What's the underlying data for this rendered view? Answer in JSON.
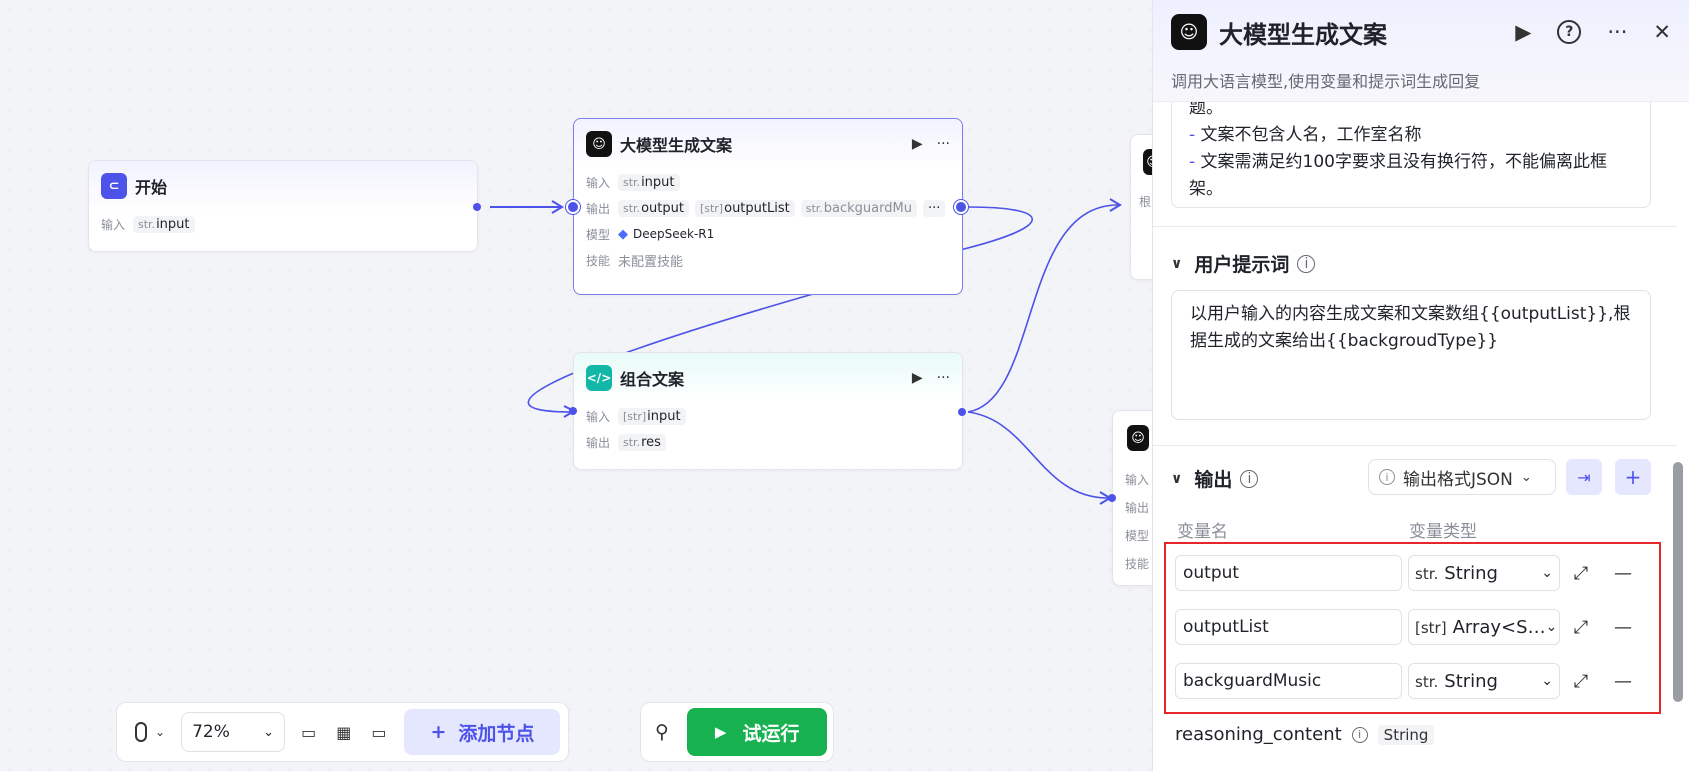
{
  "canvas": {
    "start_node": {
      "title": "开始",
      "input_label": "输入",
      "input_type": "str.",
      "input_name": "input"
    },
    "llm_node": {
      "title": "大模型生成文案",
      "input_label": "输入",
      "input_type": "str.",
      "input_name": "input",
      "output_label": "输出",
      "outputs": [
        {
          "type": "str.",
          "name": "output"
        },
        {
          "type": "[str]",
          "name": "outputList"
        },
        {
          "type": "str.",
          "name": "backguardMu"
        }
      ],
      "more": "···",
      "model_label": "模型",
      "model_value": "DeepSeek-R1",
      "skill_label": "技能",
      "skill_value": "未配置技能"
    },
    "code_node": {
      "title": "组合文案",
      "input_label": "输入",
      "input_type": "[str]",
      "input_name": "input",
      "output_label": "输出",
      "output_type": "str.",
      "output_name": "res"
    },
    "partial_node_top": {
      "label": "根"
    },
    "partial_node_bottom": {
      "labels": [
        "输入",
        "输出",
        "模型",
        "技能"
      ]
    }
  },
  "toolbar": {
    "zoom": "72%",
    "add_node": "添加节点",
    "run": "试运行"
  },
  "panel": {
    "title": "大模型生成文案",
    "description": "调用大语言模型,使用变量和提示词生成回复",
    "system_prompt_lines": [
      {
        "dash": "",
        "text": "题。"
      },
      {
        "dash": "- ",
        "text": "文案不包含人名，工作室名称"
      },
      {
        "dash": "- ",
        "text": "文案需满足约100字要求且没有换行符，不能偏离此框"
      },
      {
        "dash": "",
        "text": "架。"
      }
    ],
    "user_prompt_title": "用户提示词",
    "user_prompt": "以用户输入的内容生成文案和文案数组{{outputList}},根据生成的文案给出{{backgroudType}}",
    "output_title": "输出",
    "output_format": "输出格式JSON",
    "col_name": "变量名",
    "col_type": "变量类型",
    "variables": [
      {
        "name": "output",
        "type_icon": "str.",
        "type": "String"
      },
      {
        "name": "outputList",
        "type_icon": "[str]",
        "type": "Array<S…"
      },
      {
        "name": "backguardMusic",
        "type_icon": "str.",
        "type": "String"
      }
    ],
    "reasoning_name": "reasoning_content",
    "reasoning_type": "String"
  },
  "colors": {
    "accent": "#4d53e8",
    "run": "#17b24f",
    "highlight": "#e5262a"
  }
}
